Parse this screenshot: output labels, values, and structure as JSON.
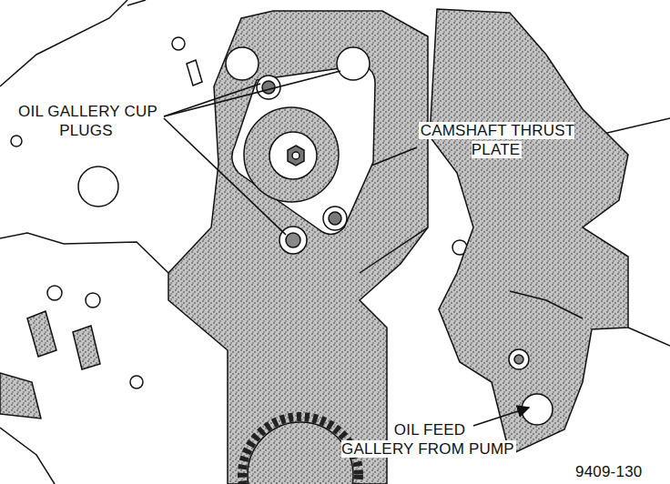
{
  "diagram": {
    "labels": [
      "OIL GALLERY CUP PLUGS",
      "CAMSHAFT THRUST PLATE",
      "OIL FEED GALLERY FROM PUMP",
      "9409-130"
    ]
  }
}
